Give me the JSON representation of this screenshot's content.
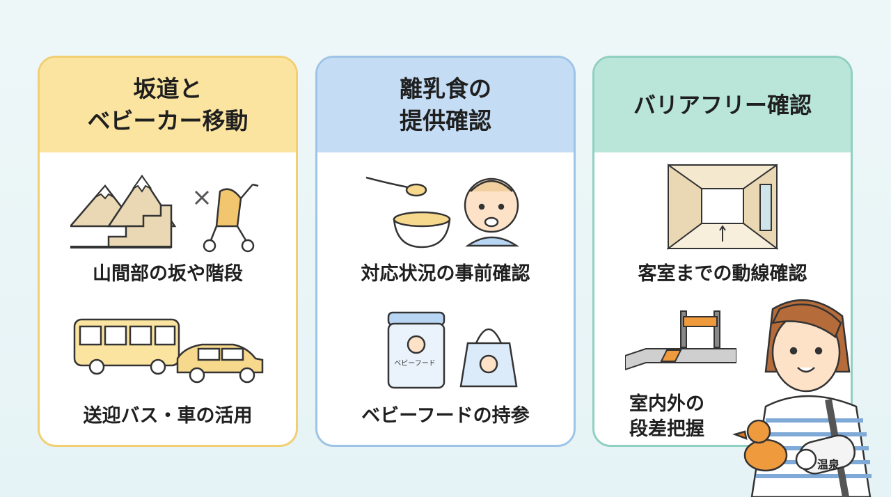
{
  "cards": [
    {
      "title_line1": "坂道と",
      "title_line2": "ベビーカー移動",
      "item1_label": "山間部の坂や階段",
      "item2_label": "送迎バス・車の活用"
    },
    {
      "title_line1": "離乳食の",
      "title_line2": "提供確認",
      "item1_label": "対応状況の事前確認",
      "item2_label": "ベビーフードの持参",
      "can_text": "ベビーフード"
    },
    {
      "title_line1": "バリアフリー確認",
      "item1_label": "客室までの動線確認",
      "item2_label_line1": "室内外の",
      "item2_label_line2": "段差把握",
      "towel_text": "温泉"
    }
  ],
  "colors": {
    "card1_accent": "#fbe4a0",
    "card2_accent": "#c4dcf4",
    "card3_accent": "#b9e6d9"
  }
}
